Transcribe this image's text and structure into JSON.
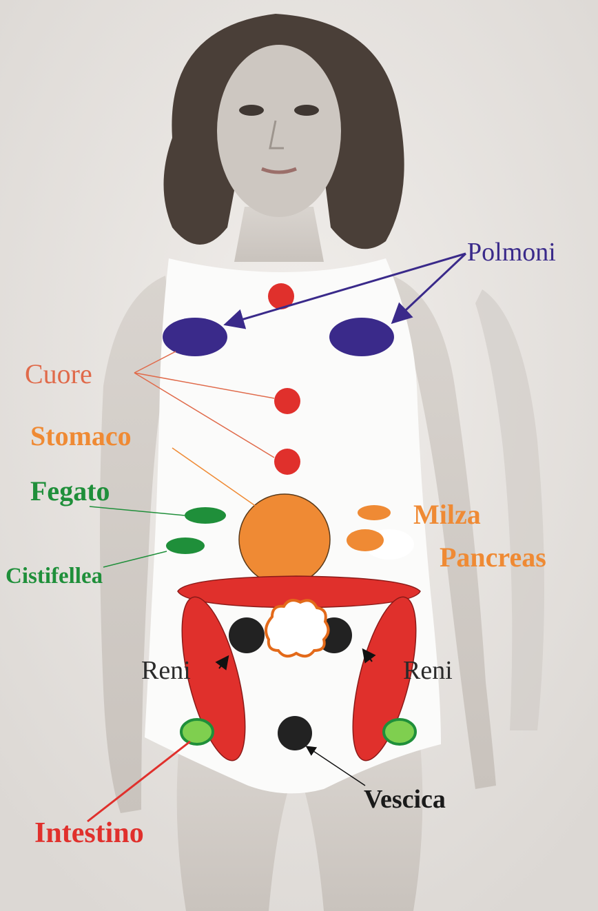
{
  "labels": {
    "polmoni": "Polmoni",
    "cuore": "Cuore",
    "stomaco": "Stomaco",
    "fegato": "Fegato",
    "milza": "Milza",
    "pancreas": "Pancreas",
    "cistifellea": "Cistifellea",
    "reni_left": "Reni",
    "reni_right": "Reni",
    "vescica": "Vescica",
    "intestino": "Intestino"
  },
  "colors": {
    "polmoni": "#3a2a8a",
    "cuore": "#e0302c",
    "stomaco": "#ef8a34",
    "fegato": "#1f8f3a",
    "milza": "#ef8a34",
    "pancreas": "#ef8a34",
    "cistifellea": "#1f8f3a",
    "reni": "#2a2a2a",
    "vescica": "#2a2a2a",
    "intestino": "#e0302c",
    "cuore_label": "#e06a4a"
  }
}
